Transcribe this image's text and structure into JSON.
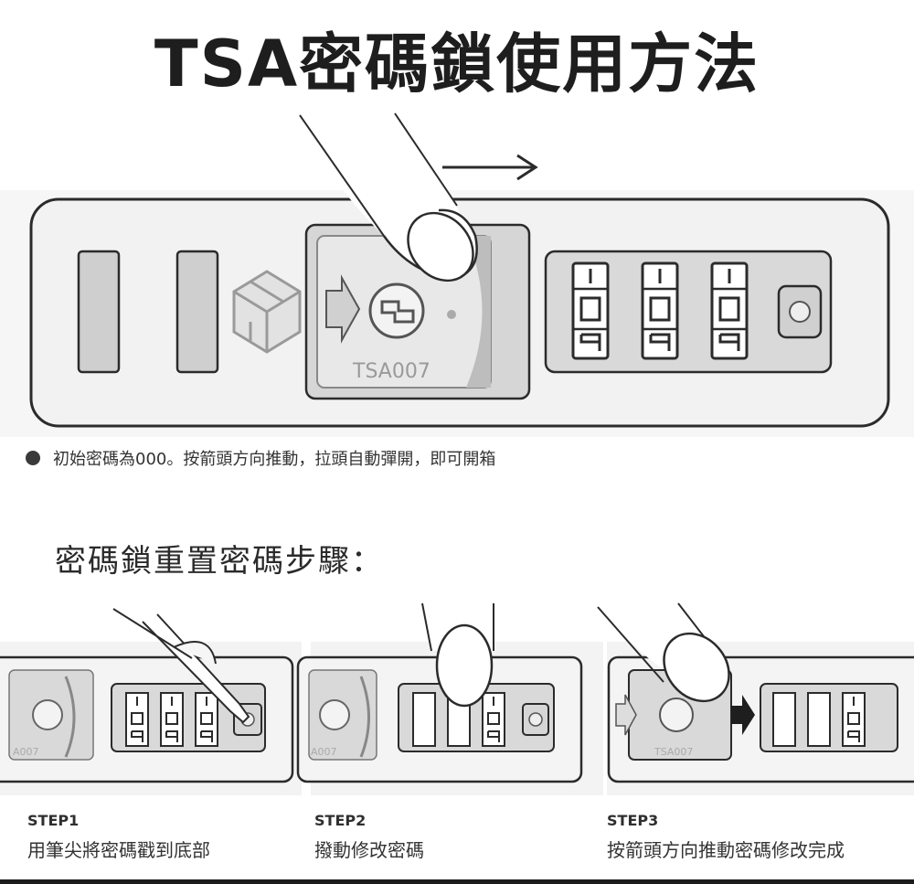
{
  "title": "TSA密碼鎖使用方法",
  "main_lock": {
    "brand_text": "TSA007",
    "digits": [
      "0",
      "0",
      "0"
    ]
  },
  "caption": "初始密碼為000。按箭頭方向推動，拉頭自動彈開，即可開箱",
  "subtitle": "密碼鎖重置密碼步驟：",
  "steps": [
    {
      "head": "STEP1",
      "desc": "用筆尖將密碼戳到底部",
      "brand": "A007"
    },
    {
      "head": "STEP2",
      "desc": "撥動修改密碼",
      "brand": "A007"
    },
    {
      "head": "STEP3",
      "desc": "按箭頭方向推動密碼修改完成",
      "brand": "TSA007"
    }
  ],
  "colors": {
    "panel": "#f0f0f0",
    "gray_block": "#cfcfcf",
    "outline": "#2b2b2b",
    "wheel": "#d9d9d9"
  }
}
